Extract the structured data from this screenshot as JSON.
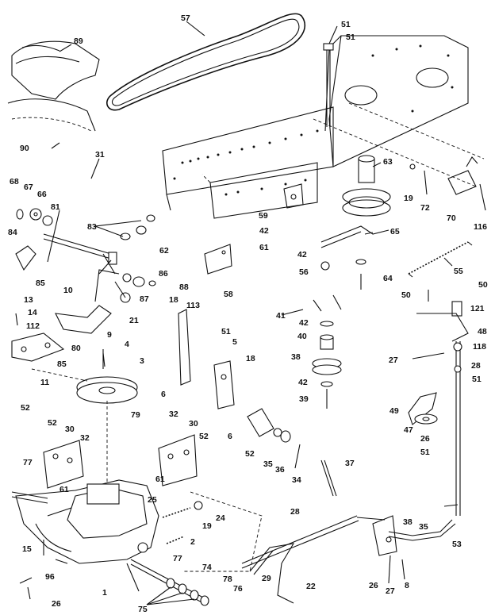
{
  "diagram": {
    "callouts": [
      "57",
      "51",
      "51",
      "89",
      "90",
      "31",
      "63",
      "19",
      "72",
      "70",
      "116",
      "68",
      "67",
      "66",
      "81",
      "83",
      "62",
      "59",
      "42",
      "61",
      "65",
      "55",
      "84",
      "85",
      "10",
      "86",
      "88",
      "87",
      "21",
      "58",
      "42",
      "56",
      "64",
      "13",
      "14",
      "112",
      "80",
      "85",
      "11",
      "9",
      "4",
      "3",
      "18",
      "113",
      "51",
      "5",
      "18",
      "6",
      "41",
      "42",
      "40",
      "38",
      "42",
      "39",
      "50",
      "50",
      "121",
      "48",
      "118",
      "27",
      "28",
      "51",
      "52",
      "52",
      "30",
      "32",
      "77",
      "61",
      "79",
      "32",
      "30",
      "52",
      "61",
      "6",
      "52",
      "35",
      "36",
      "34",
      "49",
      "47",
      "26",
      "51",
      "37",
      "25",
      "19",
      "24",
      "2",
      "28",
      "38",
      "35",
      "53",
      "15",
      "96",
      "26",
      "1",
      "77",
      "74",
      "78",
      "76",
      "75",
      "29",
      "22",
      "26",
      "27",
      "8"
    ],
    "highlight_color": "#111111",
    "background_color": "#ffffff"
  }
}
